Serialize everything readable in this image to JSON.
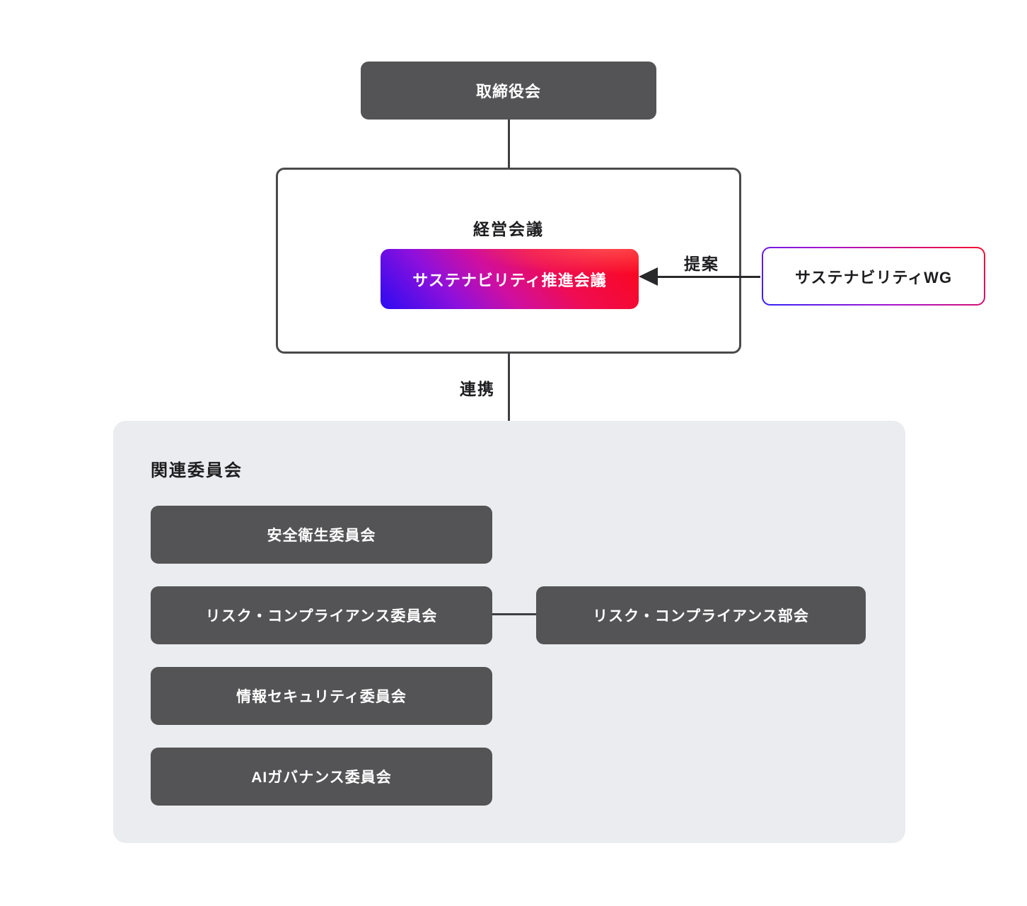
{
  "board": {
    "label": "取締役会"
  },
  "management": {
    "title": "経営会議",
    "council_label": "サステナビリティ推進会議"
  },
  "wg": {
    "label": "サステナビリティWG"
  },
  "labels": {
    "proposal": "提案",
    "collaboration": "連携"
  },
  "panel": {
    "title": "関連委員会",
    "committees": [
      "安全衛生委員会",
      "リスク・コンプライアンス委員会",
      "情報セキュリティ委員会",
      "AIガバナンス委員会"
    ],
    "subcommittee": "リスク・コンプライアンス部会"
  },
  "colors": {
    "node_dark": "#545456",
    "panel_bg": "#ebecf0",
    "connector": "#3f3f41",
    "text_dark": "#1d1d1f",
    "text_light": "#ffffff",
    "gradient_blue": "#2b0bf2",
    "gradient_purple": "#8d10dc",
    "gradient_magenta": "#ef0c52",
    "gradient_red": "#fc0616"
  }
}
